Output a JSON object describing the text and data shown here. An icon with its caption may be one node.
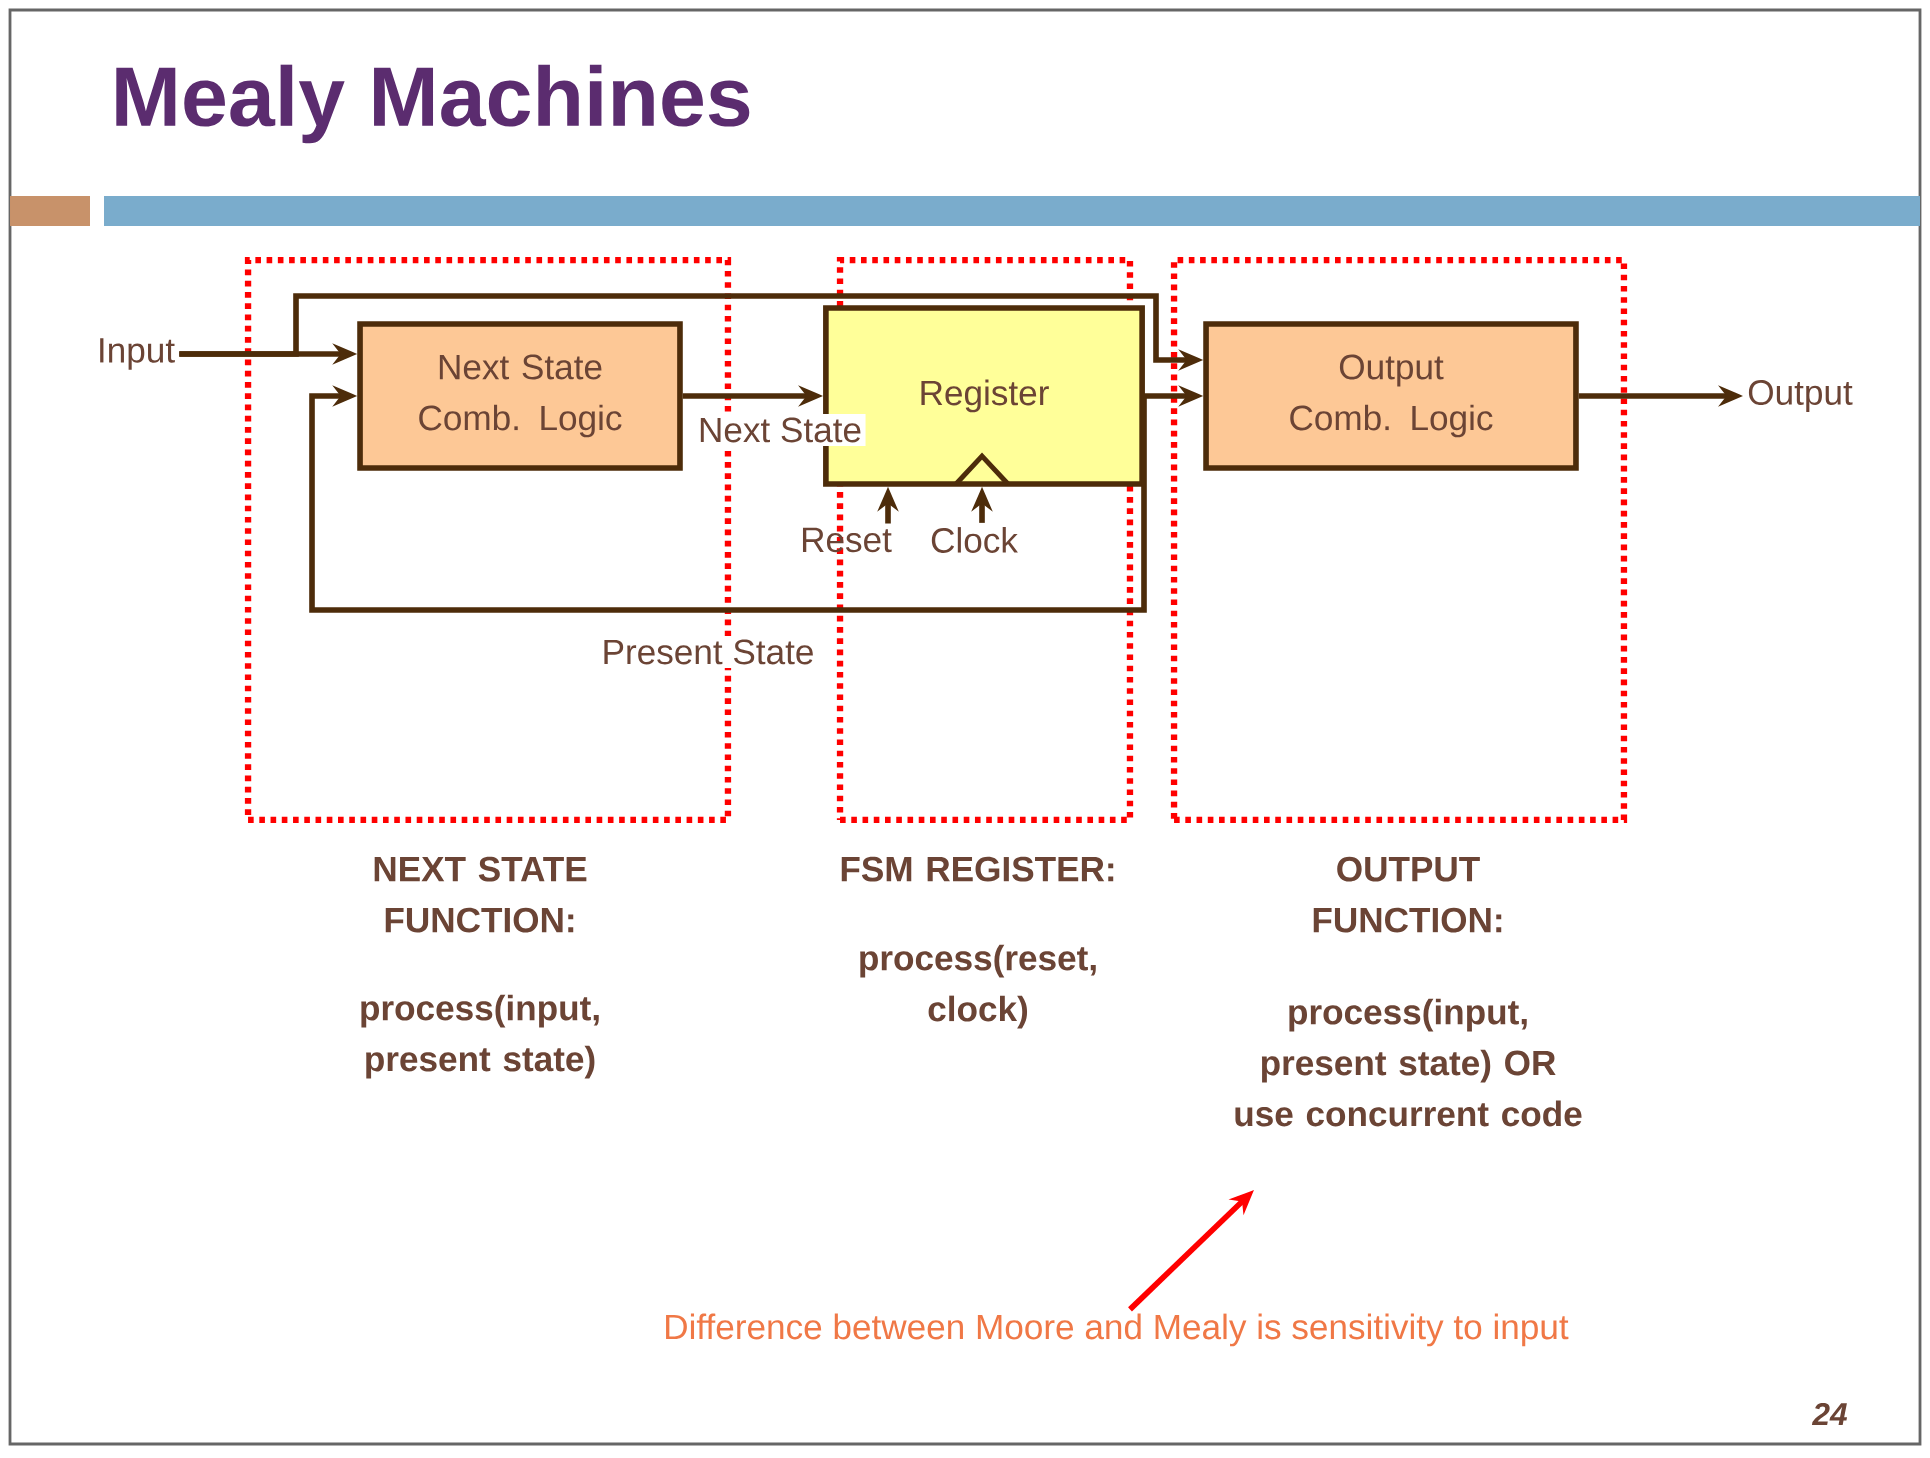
{
  "diagram": {
    "title": "Mealy Machines",
    "nodes": [
      {
        "text": [
          "NEXT STATE FUNCTION:",
          "process(input, present state)"
        ]
      },
      {
        "text": [
          "Next State Comb. Logic"
        ],
        "in": 0
      },
      {
        "text": [
          "FSM REGISTER:",
          "process(reset, clock)"
        ]
      },
      {
        "text": [
          "Register"
        ],
        "in": 2
      },
      {
        "text": [
          "OUTPUT FUNCTION:",
          "process(input, present state) OR use concurrent code"
        ]
      },
      {
        "text": [
          "Output Comb. Logic"
        ],
        "in": 4
      },
      {
        "text": [
          "Input"
        ]
      },
      {
        "text": [
          "Output"
        ]
      },
      {
        "text": [
          "Reset"
        ]
      },
      {
        "text": [
          "Clock"
        ],
        "in": 2
      },
      {
        "text": [
          "Difference between Moore and Mealy is sensitivity to input"
        ]
      }
    ],
    "edges": [
      {
        "from": 6,
        "to": 1,
        "arrow": "to"
      },
      {
        "from": 6,
        "to": 5,
        "arrow": "to"
      },
      {
        "from": 1,
        "to": 3,
        "arrow": "to",
        "label": "Next State"
      },
      {
        "from": 3,
        "to": 5,
        "arrow": "to"
      },
      {
        "from": 3,
        "to": 1,
        "arrow": "to",
        "label": "Present State"
      },
      {
        "from": 5,
        "to": 7,
        "arrow": "to"
      },
      {
        "from": 8,
        "to": 3,
        "arrow": "to"
      },
      {
        "from": 9,
        "to": 3,
        "arrow": "to"
      },
      {
        "from": 10,
        "to": null,
        "arrow": "to",
        "color": "#ff0000"
      }
    ],
    "labels": [
      "24"
    ]
  }
}
